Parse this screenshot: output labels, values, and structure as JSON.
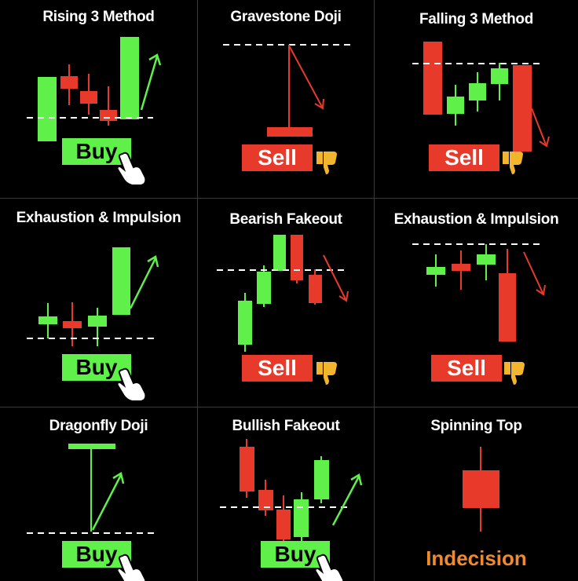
{
  "colors": {
    "bullish": "#5ff04a",
    "bearish": "#e83a2a",
    "arrow_up": "#5ff04a",
    "arrow_down": "#e83a2a",
    "dashed_level": "#ffffff",
    "indecision_text": "#f08a2e",
    "grid_lines": "#3a3a3a"
  },
  "panels": [
    {
      "title": "Rising 3 Method",
      "signal": "Buy",
      "signal_icon": "pointing-hand-icon"
    },
    {
      "title": "Gravestone Doji",
      "signal": "Sell",
      "signal_icon": "thumbs-down-icon"
    },
    {
      "title": "Falling 3 Method",
      "signal": "Sell",
      "signal_icon": "thumbs-down-icon"
    },
    {
      "title": "Exhaustion & Impulsion",
      "signal": "Buy",
      "signal_icon": "pointing-hand-icon"
    },
    {
      "title": "Bearish Fakeout",
      "signal": "Sell",
      "signal_icon": "thumbs-down-icon"
    },
    {
      "title": "Exhaustion & Impulsion",
      "signal": "Sell",
      "signal_icon": "thumbs-down-icon"
    },
    {
      "title": "Dragonfly Doji",
      "signal": "Buy",
      "signal_icon": "pointing-hand-icon"
    },
    {
      "title": "Bullish Fakeout",
      "signal": "Buy",
      "signal_icon": "pointing-hand-icon"
    },
    {
      "title": "Spinning Top",
      "signal": "Indecision",
      "signal_icon": ""
    }
  ]
}
